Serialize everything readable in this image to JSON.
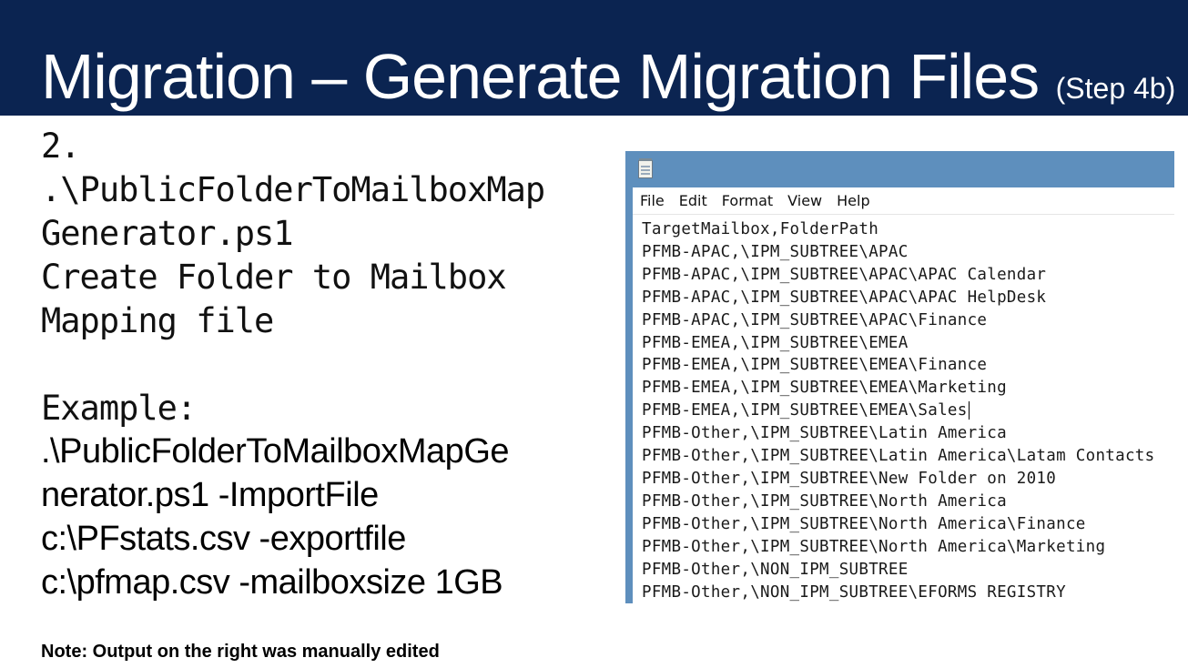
{
  "slide": {
    "title": "Migration – Generate Migration Files",
    "title_suffix": "(Step 4b)",
    "step_lines": [
      "2.",
      ".\\PublicFolderToMailboxMap",
      "Generator.ps1",
      "Create Folder to Mailbox",
      "Mapping file",
      "",
      "Example:"
    ],
    "example_lines": [
      ".\\PublicFolderToMailboxMapGe",
      "nerator.ps1 -ImportFile",
      "c:\\PFstats.csv -exportfile",
      "c:\\pfmap.csv -mailboxsize 1GB"
    ],
    "note": "Note: Output on the right was manually edited"
  },
  "notepad": {
    "icon": "notepad-icon",
    "menu": [
      "File",
      "Edit",
      "Format",
      "View",
      "Help"
    ],
    "lines": [
      "TargetMailbox,FolderPath",
      "PFMB-APAC,\\IPM_SUBTREE\\APAC",
      "PFMB-APAC,\\IPM_SUBTREE\\APAC\\APAC Calendar",
      "PFMB-APAC,\\IPM_SUBTREE\\APAC\\APAC HelpDesk",
      "PFMB-APAC,\\IPM_SUBTREE\\APAC\\Finance",
      "PFMB-EMEA,\\IPM_SUBTREE\\EMEA",
      "PFMB-EMEA,\\IPM_SUBTREE\\EMEA\\Finance",
      "PFMB-EMEA,\\IPM_SUBTREE\\EMEA\\Marketing",
      "PFMB-EMEA,\\IPM_SUBTREE\\EMEA\\Sales",
      "PFMB-Other,\\IPM_SUBTREE\\Latin America",
      "PFMB-Other,\\IPM_SUBTREE\\Latin America\\Latam Contacts",
      "PFMB-Other,\\IPM_SUBTREE\\New Folder on 2010",
      "PFMB-Other,\\IPM_SUBTREE\\North America",
      "PFMB-Other,\\IPM_SUBTREE\\North America\\Finance",
      "PFMB-Other,\\IPM_SUBTREE\\North America\\Marketing",
      "PFMB-Other,\\NON_IPM_SUBTREE",
      "PFMB-Other,\\NON_IPM_SUBTREE\\EFORMS REGISTRY"
    ]
  },
  "colors": {
    "title_background": "#0b2451",
    "window_frame": "#5e8fbd"
  }
}
